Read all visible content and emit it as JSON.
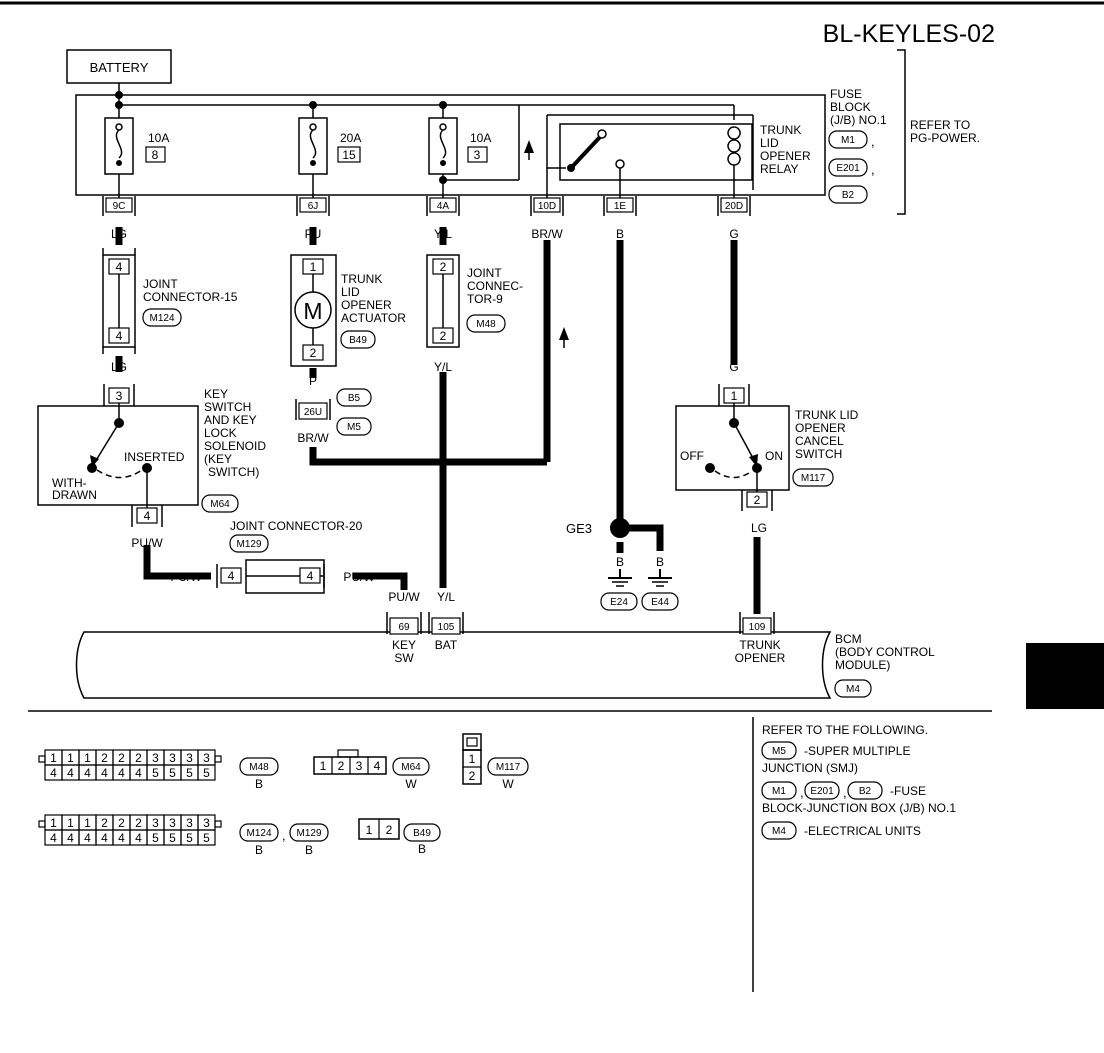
{
  "page_id": "BL-KEYLES-02",
  "battery": "BATTERY",
  "fuses": [
    {
      "amp": "10A",
      "num": "8",
      "pin": "9C",
      "wire": "LG"
    },
    {
      "amp": "20A",
      "num": "15",
      "pin": "6J",
      "wire": "PU"
    },
    {
      "amp": "10A",
      "num": "3",
      "pin": "4A",
      "wire": "Y/L"
    }
  ],
  "fuse_block": {
    "label": [
      "FUSE",
      "BLOCK",
      "(J/B) NO.1"
    ],
    "connectors": [
      "M1",
      "E201",
      "B2"
    ],
    "refer": [
      "REFER TO",
      "PG-POWER."
    ]
  },
  "relay": {
    "label": [
      "TRUNK",
      "LID",
      "OPENER",
      "RELAY"
    ],
    "pins": [
      {
        "pin": "10D",
        "wire": "BR/W"
      },
      {
        "pin": "1E",
        "wire": "B"
      },
      {
        "pin": "20D",
        "wire": "G"
      }
    ]
  },
  "joint15": {
    "label": [
      "JOINT",
      "CONNECTOR-15"
    ],
    "conn": "M124",
    "pin_top": "4",
    "pin_bottom": "4",
    "wire_below": "LG"
  },
  "actuator": {
    "label": [
      "TRUNK",
      "LID",
      "OPENER",
      "ACTUATOR"
    ],
    "conn": "B49",
    "pin_top": "1",
    "pin_bottom": "2",
    "symbol": "M",
    "wire_below": "P"
  },
  "joint9": {
    "label": [
      "JOINT",
      "CONNEC-",
      "TOR-9"
    ],
    "conn": "M48",
    "pin_top": "2",
    "pin_bottom": "2",
    "wire_below": "Y/L"
  },
  "smj": {
    "pin": "26U",
    "connectors": [
      "B5",
      "M5"
    ],
    "wire_below": "BR/W"
  },
  "key_switch": {
    "label": [
      "KEY",
      "SWITCH",
      "AND KEY",
      "LOCK",
      "SOLENOID",
      "(KEY",
      "SWITCH)"
    ],
    "conn": "M64",
    "pin_top": "3",
    "pin_bottom": "4",
    "pos_inserted": "INSERTED",
    "pos_withdrawn": [
      "WITH-",
      "DRAWN"
    ],
    "wire_below": "PU/W"
  },
  "joint20": {
    "label": "JOINT CONNECTOR-20",
    "conn": "M129",
    "pin_left": "4",
    "pin_right": "4",
    "wire_left": "PU/W",
    "wire_right": "PU/W"
  },
  "cancel_switch": {
    "label": [
      "TRUNK LID",
      "OPENER",
      "CANCEL",
      "SWITCH"
    ],
    "conn": "M117",
    "pin_top": "1",
    "pin_bottom": "2",
    "off": "OFF",
    "on": "ON",
    "wire_above": "G",
    "wire_below": "LG"
  },
  "ground": {
    "name": "GE3",
    "wire1": "B",
    "wire2": "B",
    "g1": "E24",
    "g2": "E44"
  },
  "bcm": {
    "label": [
      "BCM",
      "(BODY CONTROL",
      "MODULE)"
    ],
    "conn": "M4",
    "pins": [
      {
        "pin": "69",
        "wire": "PU/W",
        "name": [
          "KEY",
          "SW"
        ]
      },
      {
        "pin": "105",
        "wire": "Y/L",
        "name": [
          "BAT"
        ]
      },
      {
        "pin": "109",
        "wire": "",
        "name": [
          "TRUNK",
          "OPENER"
        ]
      }
    ]
  },
  "connector_views": [
    {
      "id": "M48",
      "color": "B",
      "top": [
        "1",
        "1",
        "1",
        "2",
        "2",
        "2",
        "3",
        "3",
        "3",
        "3"
      ],
      "bottom": [
        "4",
        "4",
        "4",
        "4",
        "4",
        "4",
        "5",
        "5",
        "5",
        "5"
      ]
    },
    {
      "id": "M64",
      "color": "W",
      "cells": [
        "1",
        "2",
        "3",
        "4"
      ]
    },
    {
      "id": "M117",
      "color": "W",
      "cells": [
        "1",
        "2"
      ]
    },
    {
      "id": "M124",
      "id2": "M129",
      "color": "B",
      "color2": "B",
      "top": [
        "1",
        "1",
        "1",
        "2",
        "2",
        "2",
        "3",
        "3",
        "3",
        "3"
      ],
      "bottom": [
        "4",
        "4",
        "4",
        "4",
        "4",
        "4",
        "5",
        "5",
        "5",
        "5"
      ]
    },
    {
      "id": "B49",
      "color": "B",
      "cells": [
        "1",
        "2"
      ]
    }
  ],
  "references": {
    "heading": "REFER TO THE FOLLOWING.",
    "smj_conn": "M5",
    "smj_text": [
      "-SUPER MULTIPLE",
      "JUNCTION (SMJ)"
    ],
    "fb_conns": [
      "M1",
      "E201",
      "B2"
    ],
    "fb_text": [
      "-FUSE",
      "BLOCK-JUNCTION BOX (J/B) NO.1"
    ],
    "eu_conn": "M4",
    "eu_text": "-ELECTRICAL UNITS"
  }
}
